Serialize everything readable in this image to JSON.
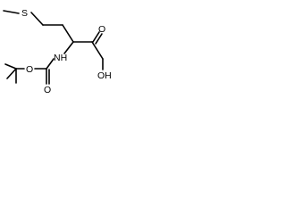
{
  "structure": {
    "atoms": {
      "s": "S",
      "nh": "NH",
      "o_carbamate_ether": "O",
      "o_carbamate_carbonyl": "O",
      "o_acid_carbonyl": "O",
      "oh": "OH"
    }
  }
}
